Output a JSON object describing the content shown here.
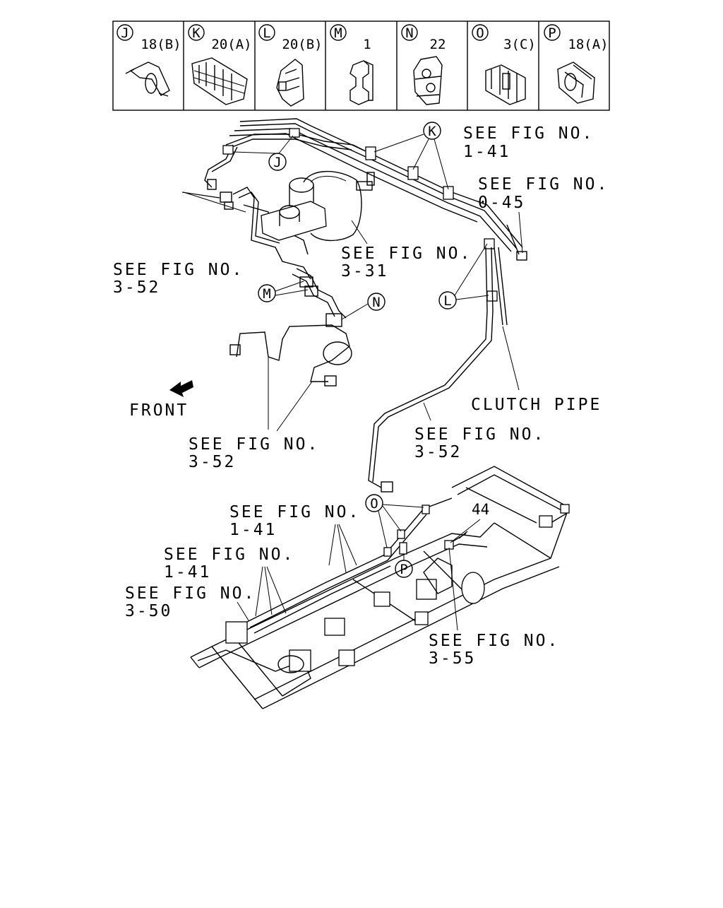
{
  "legend": [
    {
      "letter": "J",
      "code": "18(B)"
    },
    {
      "letter": "K",
      "code": "20(A)"
    },
    {
      "letter": "L",
      "code": "20(B)"
    },
    {
      "letter": "M",
      "code": "1"
    },
    {
      "letter": "N",
      "code": "22"
    },
    {
      "letter": "O",
      "code": "3(C)"
    },
    {
      "letter": "P",
      "code": "18(A)"
    }
  ],
  "callouts": {
    "J": "J",
    "K": "K",
    "L": "L",
    "M": "M",
    "N": "N",
    "O": "O",
    "P": "P"
  },
  "labels": {
    "see": "SEE FIG NO.",
    "fig_1_41_top": "1-41",
    "fig_0_45": "0-45",
    "fig_3_52_left": "3-52",
    "fig_3_31": "3-31",
    "fig_3_52_bottom": "3-52",
    "fig_3_52_right": "3-52",
    "fig_1_41_mid": "1-41",
    "fig_1_41_low": "1-41",
    "fig_3_50": "3-50",
    "fig_3_55": "3-55",
    "front": "FRONT",
    "clutch_pipe": "CLUTCH PIPE",
    "part_44": "44"
  }
}
